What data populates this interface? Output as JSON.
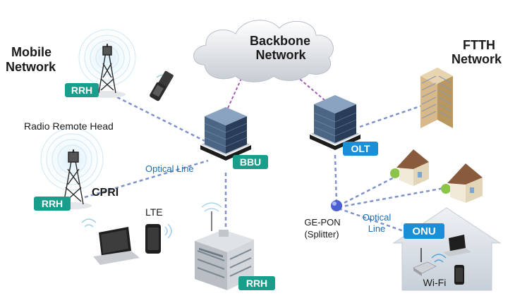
{
  "labels": {
    "mobile_network": [
      "Mobile",
      "Network"
    ],
    "backbone_network": [
      "Backbone",
      "Network"
    ],
    "ftth_network": [
      "FTTH",
      "Network"
    ],
    "radio_remote_head": "Radio Remote Head",
    "optical_line_left": "Optical Line",
    "cpri": "CPRI",
    "lte": "LTE",
    "ge_pon": [
      "GE-PON",
      "(Splitter)"
    ],
    "optical_line_right": [
      "Optical",
      "Line"
    ],
    "wifi": "Wi-Fi"
  },
  "badges": {
    "rrh_top": "RRH",
    "rrh_left": "RRH",
    "rrh_building": "RRH",
    "bbu": "BBU",
    "olt": "OLT",
    "onu": "ONU"
  },
  "colors": {
    "rrh_badge": "#1a9e8c",
    "bbu_badge": "#1a9e8c",
    "olt_badge": "#1b8fd6",
    "onu_badge": "#1b8fd6",
    "optical_text": "#1b6fb3",
    "cloud_line": "#a25ab5",
    "optical_line": "#7f93c7"
  }
}
